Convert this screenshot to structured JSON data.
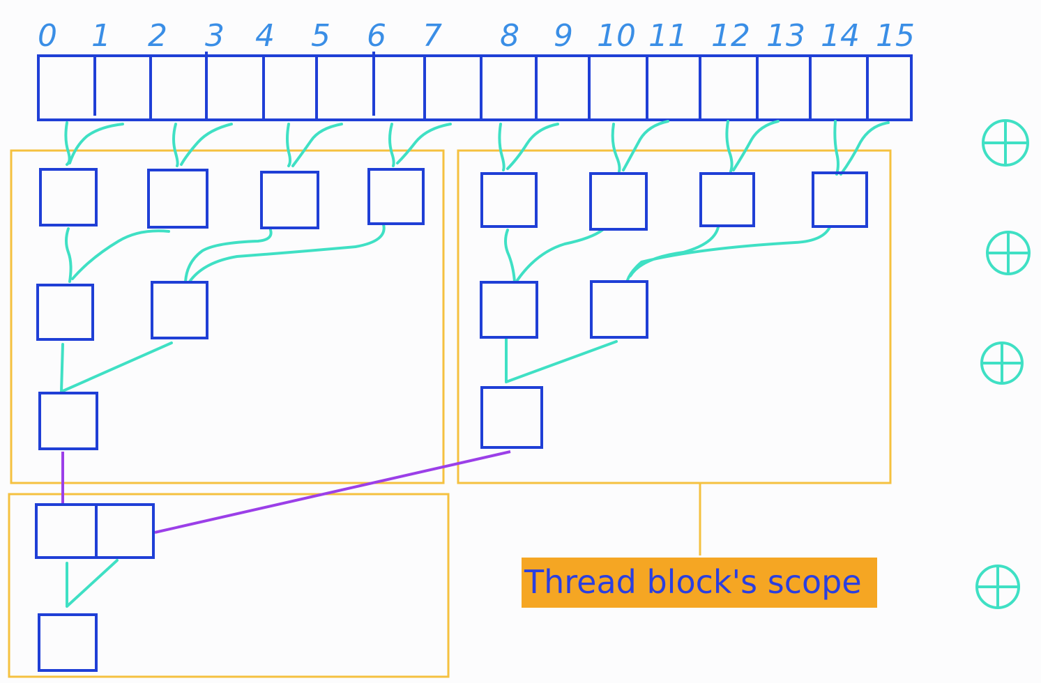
{
  "colors": {
    "cell": "#1f3fd6",
    "index": "#3a8ee6",
    "connector": "#3fe0c4",
    "block": "#f5c13f",
    "cross_block": "#9b3fe8",
    "label_bg": "#f5a623",
    "label_text": "#2a3fe0",
    "op_symbol": "#3fe0c4"
  },
  "indices": [
    "0",
    "1",
    "2",
    "3",
    "4",
    "5",
    "6",
    "7",
    "8",
    "9",
    "10",
    "11",
    "12",
    "13",
    "14",
    "15"
  ],
  "label": "Thread block's  scope",
  "op_icon": "circled-plus-icon"
}
